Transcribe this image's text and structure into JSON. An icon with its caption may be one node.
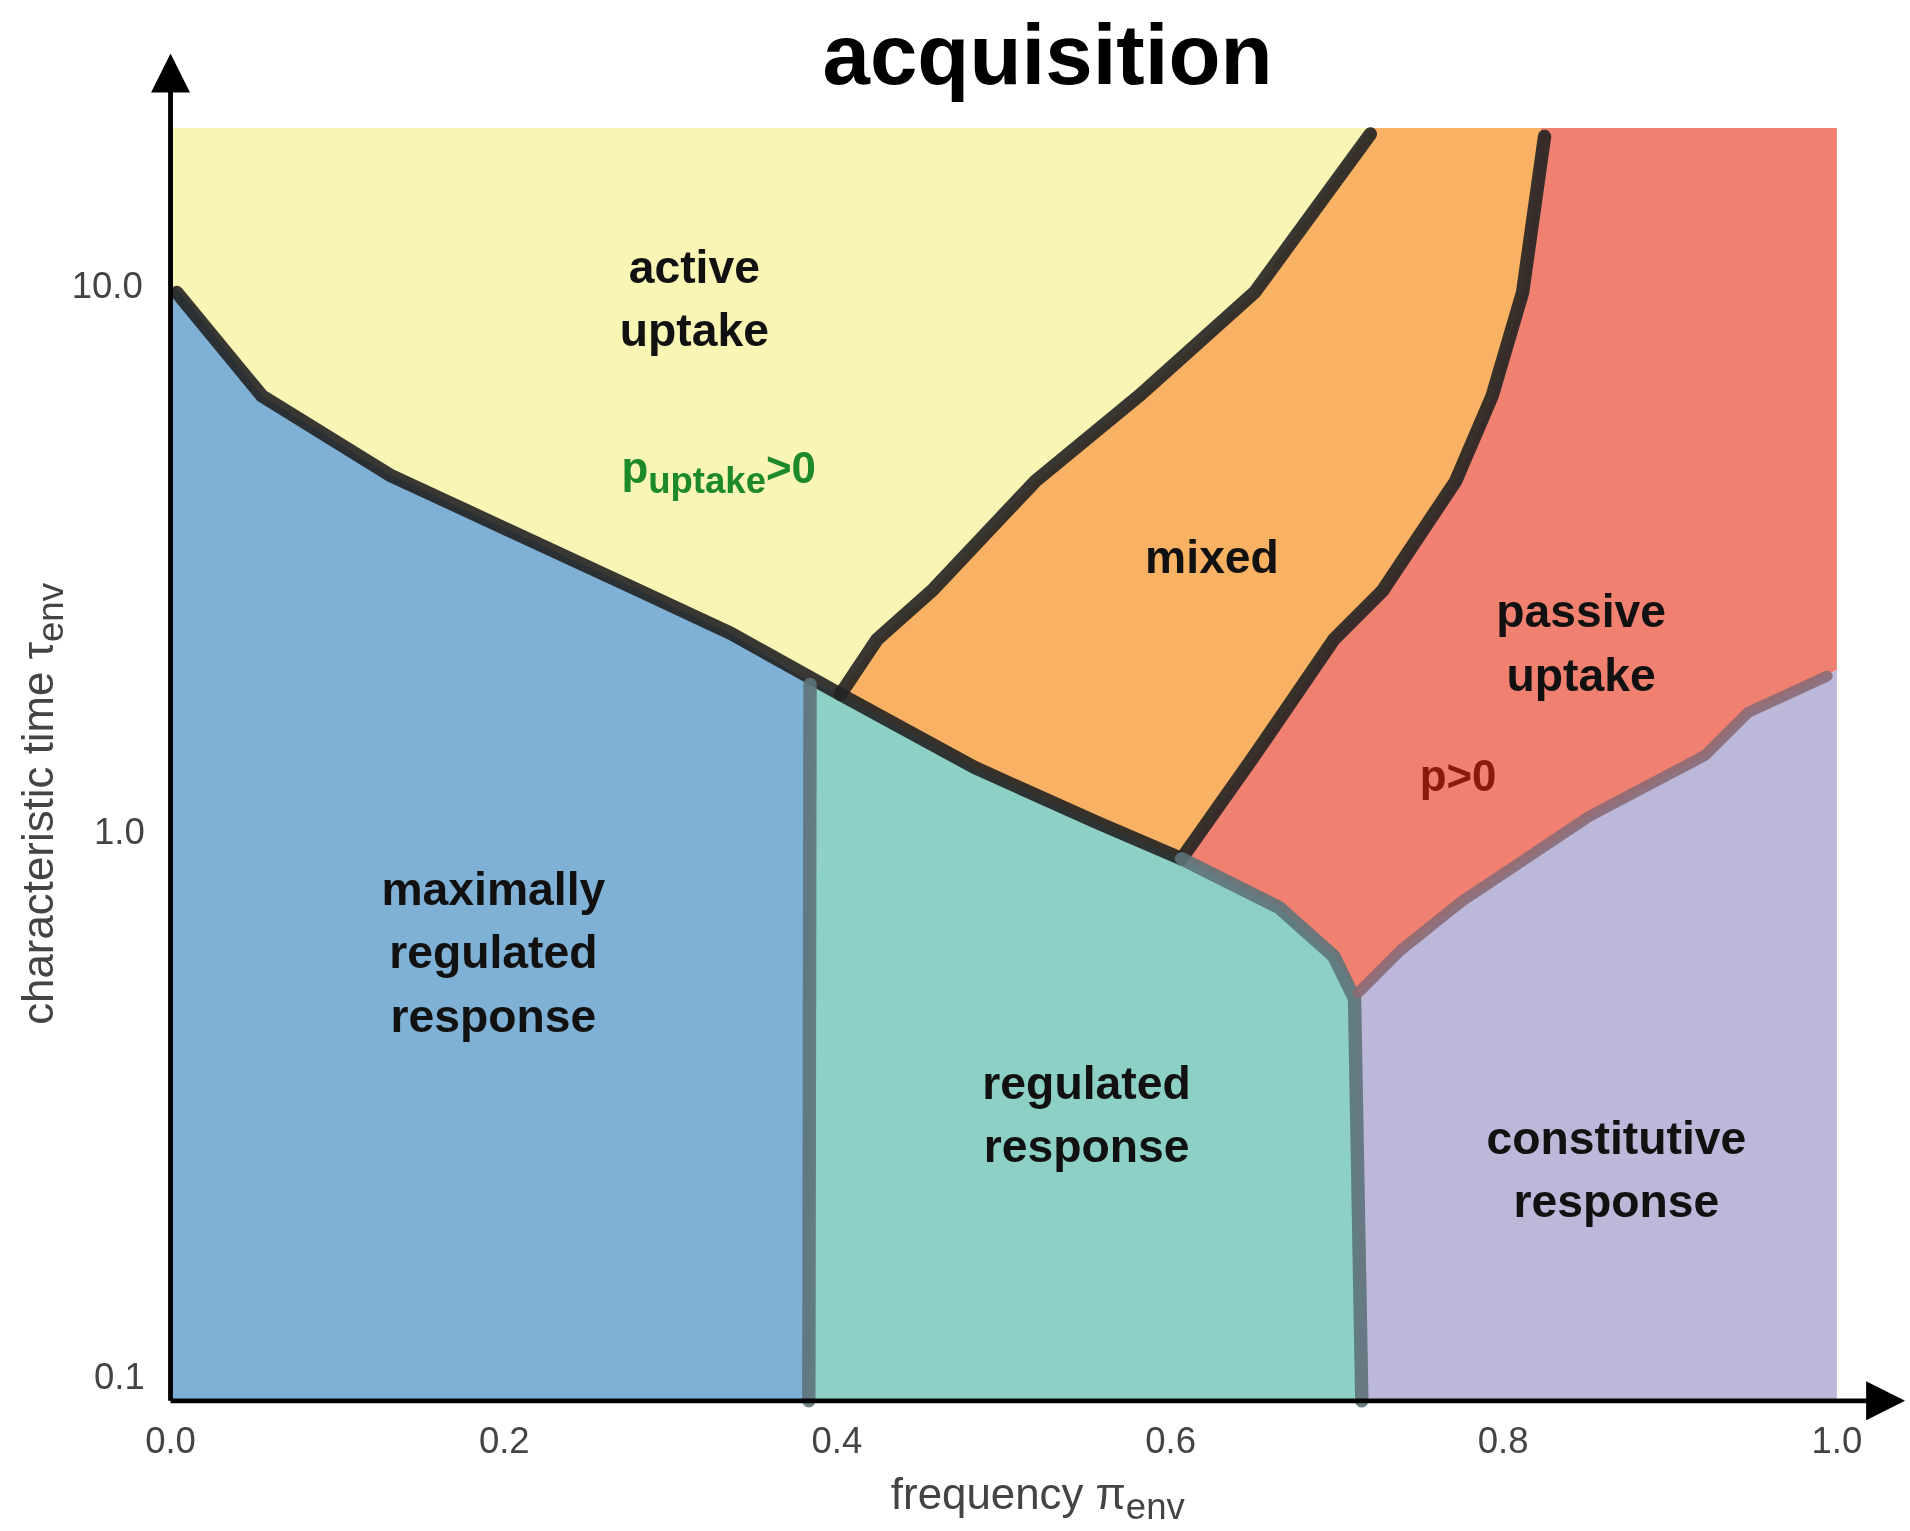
{
  "diagram": {
    "title": "acquisition",
    "nodes": [
      {
        "text": [
          "active uptake"
        ]
      },
      {
        "text": [
          "mixed"
        ]
      },
      {
        "text": [
          "passive uptake"
        ]
      },
      {
        "text": [
          "maximally regulated response"
        ]
      },
      {
        "text": [
          "regulated response"
        ]
      },
      {
        "text": [
          "constitutive response"
        ]
      }
    ],
    "labels": [
      "p$_{uptake}$>0",
      "p>0",
      "10.0",
      "1.0",
      "0.1",
      "characteristic time τ$_{env}$",
      "0.0",
      "0.2",
      "0.4",
      "0.6",
      "0.8",
      "1.0",
      "frequency π$_{env}$"
    ]
  }
}
